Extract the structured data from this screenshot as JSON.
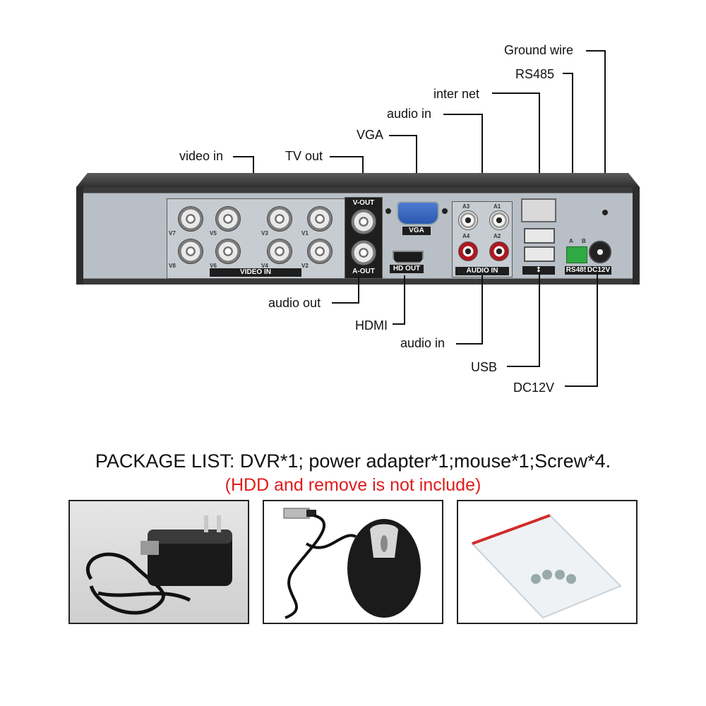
{
  "callouts": {
    "ground_wire": "Ground wire",
    "rs485": "RS485",
    "inter_net": "inter net",
    "audio_in_top": "audio in",
    "vga": "VGA",
    "video_in": "video in",
    "tv_out": "TV out",
    "audio_out": "audio out",
    "hdmi": "HDMI",
    "audio_in_bottom": "audio in",
    "usb": "USB",
    "dc12v": "DC12V"
  },
  "device_labels": {
    "v_out": "V-OUT",
    "a_out": "A-OUT",
    "video_in": "VIDEO IN",
    "vga": "VGA",
    "hd_out": "HD OUT",
    "audio_in": "AUDIO IN",
    "rs485": "RS485",
    "dc12v": "DC12V",
    "port_a": "A",
    "port_b": "B",
    "video_ports": [
      "V7",
      "V5",
      "V3",
      "V1",
      "V8",
      "V6",
      "V4",
      "V2"
    ],
    "audio_ports": [
      "A3",
      "A1",
      "A4",
      "A2"
    ]
  },
  "package": {
    "title": "PACKAGE LIST: DVR*1; power adapter*1;mouse*1;Screw*4.",
    "note": "(HDD and remove is not include)"
  },
  "colors": {
    "note_red": "#e11b1b",
    "rca_red": "#b0171f",
    "vga_blue": "#2b58b0",
    "terminal_green": "#2faa44"
  }
}
